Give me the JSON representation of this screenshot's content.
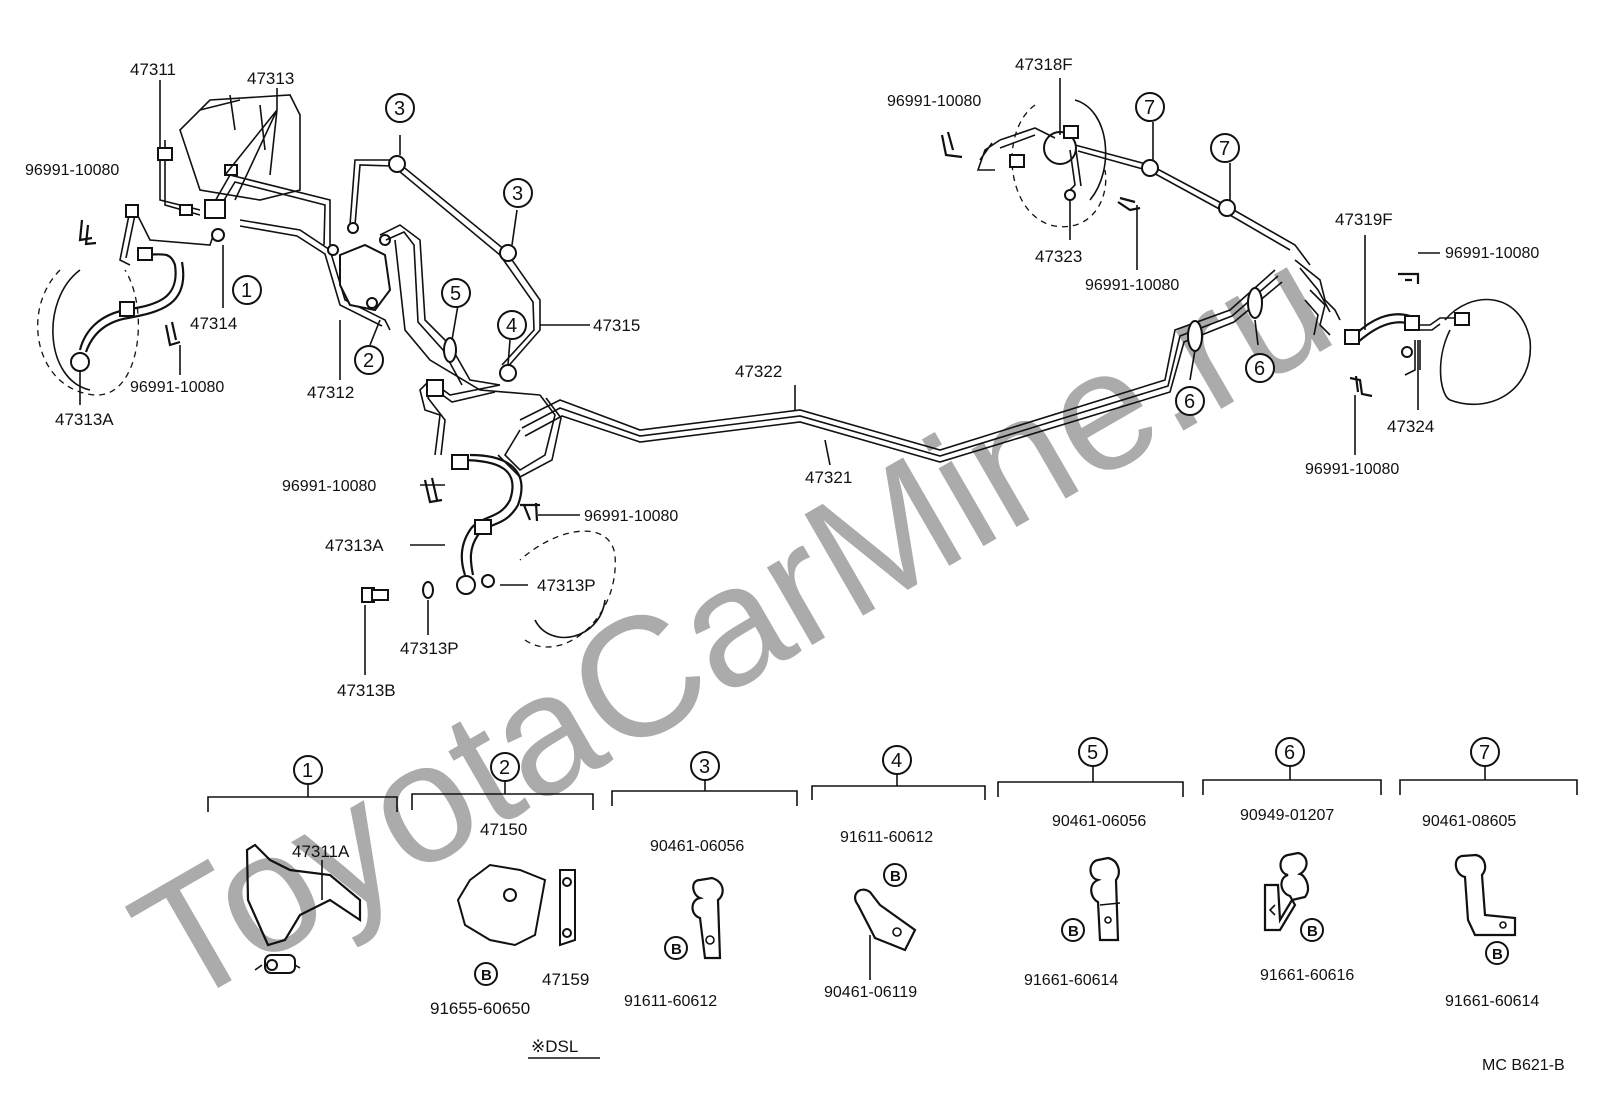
{
  "watermark": "ToyotaCarMine.ru",
  "labels": {
    "p47311": "47311",
    "p47313": "47313",
    "p96991_a": "96991-10080",
    "p47314": "47314",
    "p96991_b": "96991-10080",
    "p47313A_top": "47313A",
    "p47312": "47312",
    "p47315": "47315",
    "p47322": "47322",
    "p47321": "47321",
    "p96991_c": "96991-10080",
    "p96991_d": "96991-10080",
    "p47313A_mid": "47313A",
    "p47313P_right": "47313P",
    "p47313P_left": "47313P",
    "p47313B": "47313B",
    "p47318F": "47318F",
    "p96991_e": "96991-10080",
    "p47323": "47323",
    "p96991_f": "96991-10080",
    "p47319F": "47319F",
    "p96991_g": "96991-10080",
    "p47324": "47324",
    "p96991_h": "96991-10080"
  },
  "callouts": {
    "c1": "1",
    "c2": "2",
    "c3a": "3",
    "c3b": "3",
    "c4": "4",
    "c5": "5",
    "c6a": "6",
    "c6b": "6",
    "c7a": "7",
    "c7b": "7"
  },
  "details": [
    {
      "num": "1",
      "parts": [
        "47311A"
      ]
    },
    {
      "num": "2",
      "parts": [
        "47150",
        "47159",
        "91655-60650"
      ],
      "note": "※DSL"
    },
    {
      "num": "3",
      "parts": [
        "90461-06056",
        "91611-60612"
      ]
    },
    {
      "num": "4",
      "parts": [
        "91611-60612",
        "90461-06119"
      ]
    },
    {
      "num": "5",
      "parts": [
        "90461-06056",
        "91661-60614"
      ]
    },
    {
      "num": "6",
      "parts": [
        "90949-01207",
        "91661-60616"
      ]
    },
    {
      "num": "7",
      "parts": [
        "90461-08605",
        "91661-60614"
      ]
    }
  ],
  "bolt_letter": "B",
  "diagram_code": "MC B621-B"
}
